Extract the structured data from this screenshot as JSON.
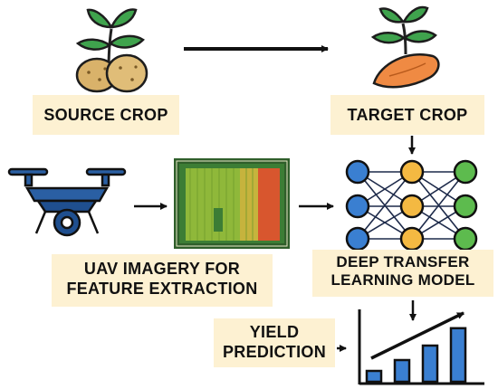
{
  "labels": {
    "source_crop": "SOURCE CROP",
    "target_crop": "TARGET CROP",
    "uav_line1": "UAV IMAGERY FOR",
    "uav_line2": "FEATURE EXTRACTION",
    "model_line1": "DEEP TRANSFER",
    "model_line2": "LEARNING MODEL",
    "yield_line1": "YIELD",
    "yield_line2": "PREDICTION"
  },
  "icons": [
    "potato-plant-icon",
    "sweet-potato-plant-icon",
    "drone-icon",
    "aerial-field-image",
    "neural-network-icon",
    "bar-chart-icon"
  ],
  "colors": {
    "leaf": "#3fa34d",
    "potato": "#d9b26a",
    "sweet_potato": "#ef8a43",
    "drone": "#1f4f8f",
    "node_blue": "#3a7fd1",
    "node_yellow": "#f4b942",
    "node_green": "#5dbb4e",
    "bar": "#3a7fd1",
    "label_bg": "#fdf1d2"
  },
  "bars": [
    0.15,
    0.3,
    0.5,
    0.74
  ]
}
